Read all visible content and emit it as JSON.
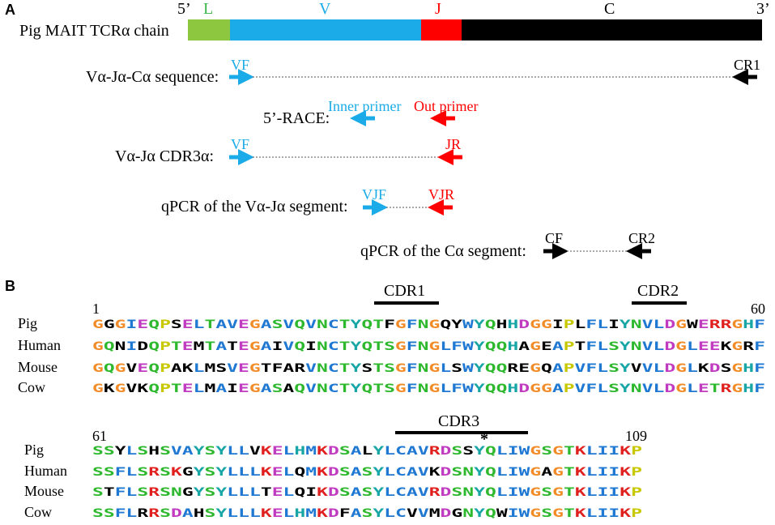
{
  "panelA": {
    "label": "A",
    "chain_label": "Pig MAIT TCRα chain",
    "end5": "5’",
    "end3": "3’",
    "segments": [
      {
        "name": "L",
        "color": "#8dc63f",
        "text_color": "#3ab54a"
      },
      {
        "name": "V",
        "color": "#1aabe8",
        "text_color": "#1aabe8"
      },
      {
        "name": "J",
        "color": "#ff0000",
        "text_color": "#ff0000"
      },
      {
        "name": "C",
        "color": "#000000",
        "text_color": "#000000"
      }
    ],
    "rows": {
      "vjc": {
        "label": "Vα-Jα-Cα sequence:",
        "left": "VF",
        "right": "CR1"
      },
      "race": {
        "label": "5’-RACE:",
        "left": "Inner primer",
        "right": "Out primer"
      },
      "cdr3": {
        "label": "Vα-Jα CDR3α:",
        "left": "VF",
        "right": "JR"
      },
      "qpcr_vj": {
        "label": "qPCR of the Vα-Jα segment:",
        "left": "VJF",
        "right": "VJR"
      },
      "qpcr_c": {
        "label": "qPCR of the Cα segment:",
        "left": "CF",
        "right": "CR2"
      }
    },
    "colors": {
      "blue": "#1aabe8",
      "red": "#ff0000",
      "black": "#000000"
    }
  },
  "panelB": {
    "label": "B",
    "block1": {
      "start": "1",
      "end": "60",
      "cdr_labels": [
        "CDR1",
        "CDR2"
      ],
      "rows": [
        {
          "species": "Pig",
          "seq": "GGGIEQPSELTAVEGASVQVNCTYQTFGFNGQYWYQHHDGGIPLFLIYNVLDGWERRGHF"
        },
        {
          "species": "Human",
          "seq": "GQNIDQPTEMTATEGAIVQINCTYQTSGFNGLFWYQQHAGEAPTFLSYNVLDGLEEKGRF"
        },
        {
          "species": "Mouse",
          "seq": "GQGVEQPAKLMSVEGTFARVNCTYSTSGFNGLSWYQQREGQAPVFLSYVVLDGLKDSGHF"
        },
        {
          "species": "Cow",
          "seq": "GKGVKQPTELMAIEGASAQVNCTYQTSGFNGLFWYQQHDGGAPVFLSYNVLDGLETRGHF"
        }
      ]
    },
    "block2": {
      "start": "61",
      "end": "109",
      "cdr_label": "CDR3",
      "star": "*",
      "rows": [
        {
          "species": "Pig",
          "seq": "SSYLSHSVAYSYLLVKELHMKDSALYLCAVRDSSYQLIWGSGTKLIIKP"
        },
        {
          "species": "Human",
          "seq": "SSFLSRSKGYSYLLLKELQMKDSASYLCAVKDSNYQLIWGAGTKLIIKP"
        },
        {
          "species": "Mouse",
          "seq": "STFLSRSNGYSYLLLTELQIKDSASYLCAVRDSNYQLIWGSGTKLIIKP"
        },
        {
          "species": "Cow",
          "seq": "SSFLRRSDAHSYLLLKELHMKDFASYLCVVMDGNYQWIWGSGTKLIIKP"
        }
      ]
    },
    "residue_colors": {
      "G": "#f28c28",
      "P": "#c8c800",
      "S": "#2eb82e",
      "T": "#2eb82e",
      "N": "#2eb82e",
      "Q": "#2eb82e",
      "A": "#1f78d1",
      "V": "#1f78d1",
      "I": "#1f78d1",
      "L": "#1f78d1",
      "M": "#1f78d1",
      "F": "#1f78d1",
      "W": "#1f78d1",
      "C": "#1f78d1",
      "Y": "#17a5a5",
      "H": "#17a5a5",
      "K": "#e0201e",
      "R": "#e0201e",
      "D": "#c03bc0",
      "E": "#c03bc0",
      "mismatch": "#000000"
    }
  }
}
